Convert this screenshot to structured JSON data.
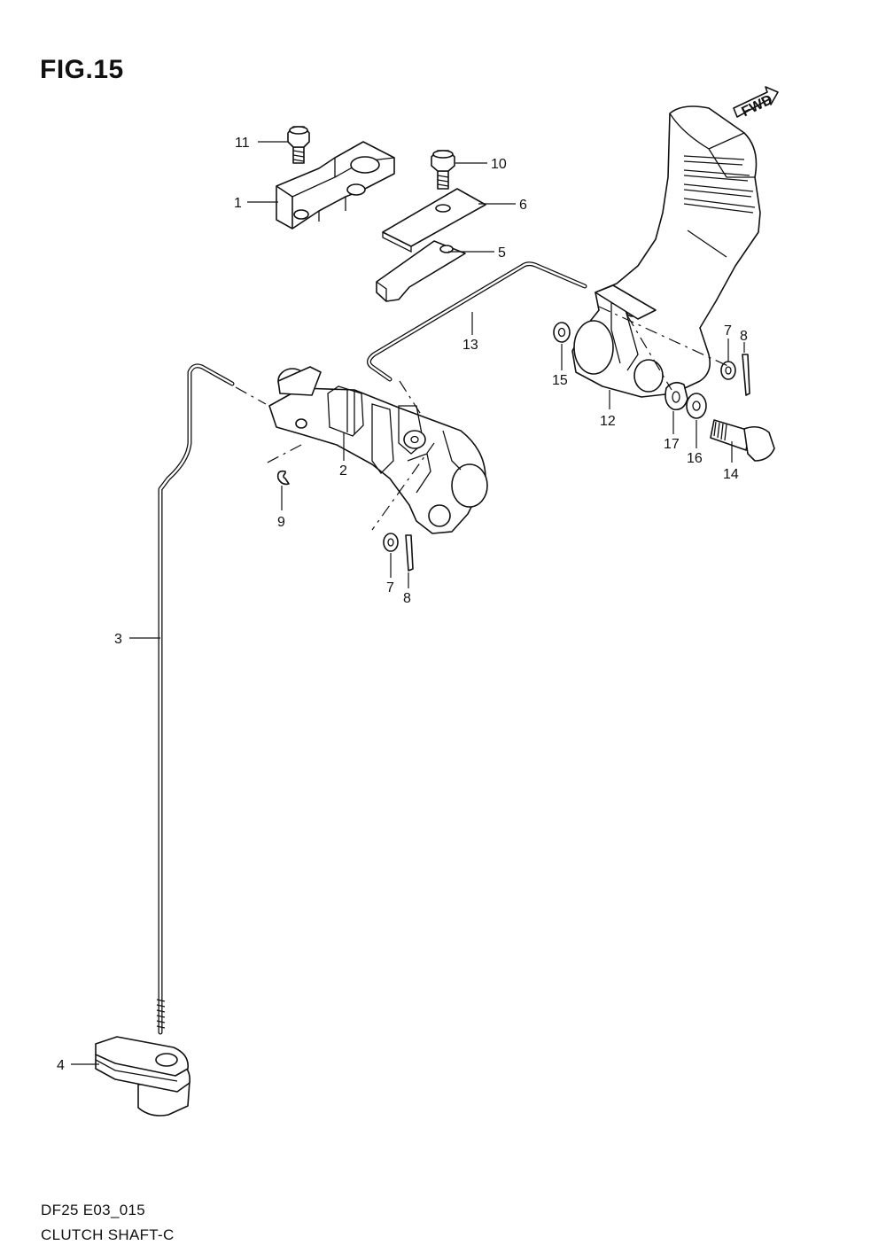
{
  "figure": {
    "title": "FIG.15",
    "code": "DF25 E03_015",
    "caption": "CLUTCH SHAFT-C",
    "direction_label": "FWD"
  },
  "callouts": [
    {
      "id": "c11",
      "label": "11"
    },
    {
      "id": "c10",
      "label": "10"
    },
    {
      "id": "c1",
      "label": "1"
    },
    {
      "id": "c6",
      "label": "6"
    },
    {
      "id": "c5",
      "label": "5"
    },
    {
      "id": "c13",
      "label": "13"
    },
    {
      "id": "c15",
      "label": "15"
    },
    {
      "id": "c7a",
      "label": "7"
    },
    {
      "id": "c8a",
      "label": "8"
    },
    {
      "id": "c12",
      "label": "12"
    },
    {
      "id": "c17",
      "label": "17"
    },
    {
      "id": "c16",
      "label": "16"
    },
    {
      "id": "c14",
      "label": "14"
    },
    {
      "id": "c2",
      "label": "2"
    },
    {
      "id": "c9",
      "label": "9"
    },
    {
      "id": "c7b",
      "label": "7"
    },
    {
      "id": "c8b",
      "label": "8"
    },
    {
      "id": "c3",
      "label": "3"
    },
    {
      "id": "c4",
      "label": "4"
    }
  ]
}
